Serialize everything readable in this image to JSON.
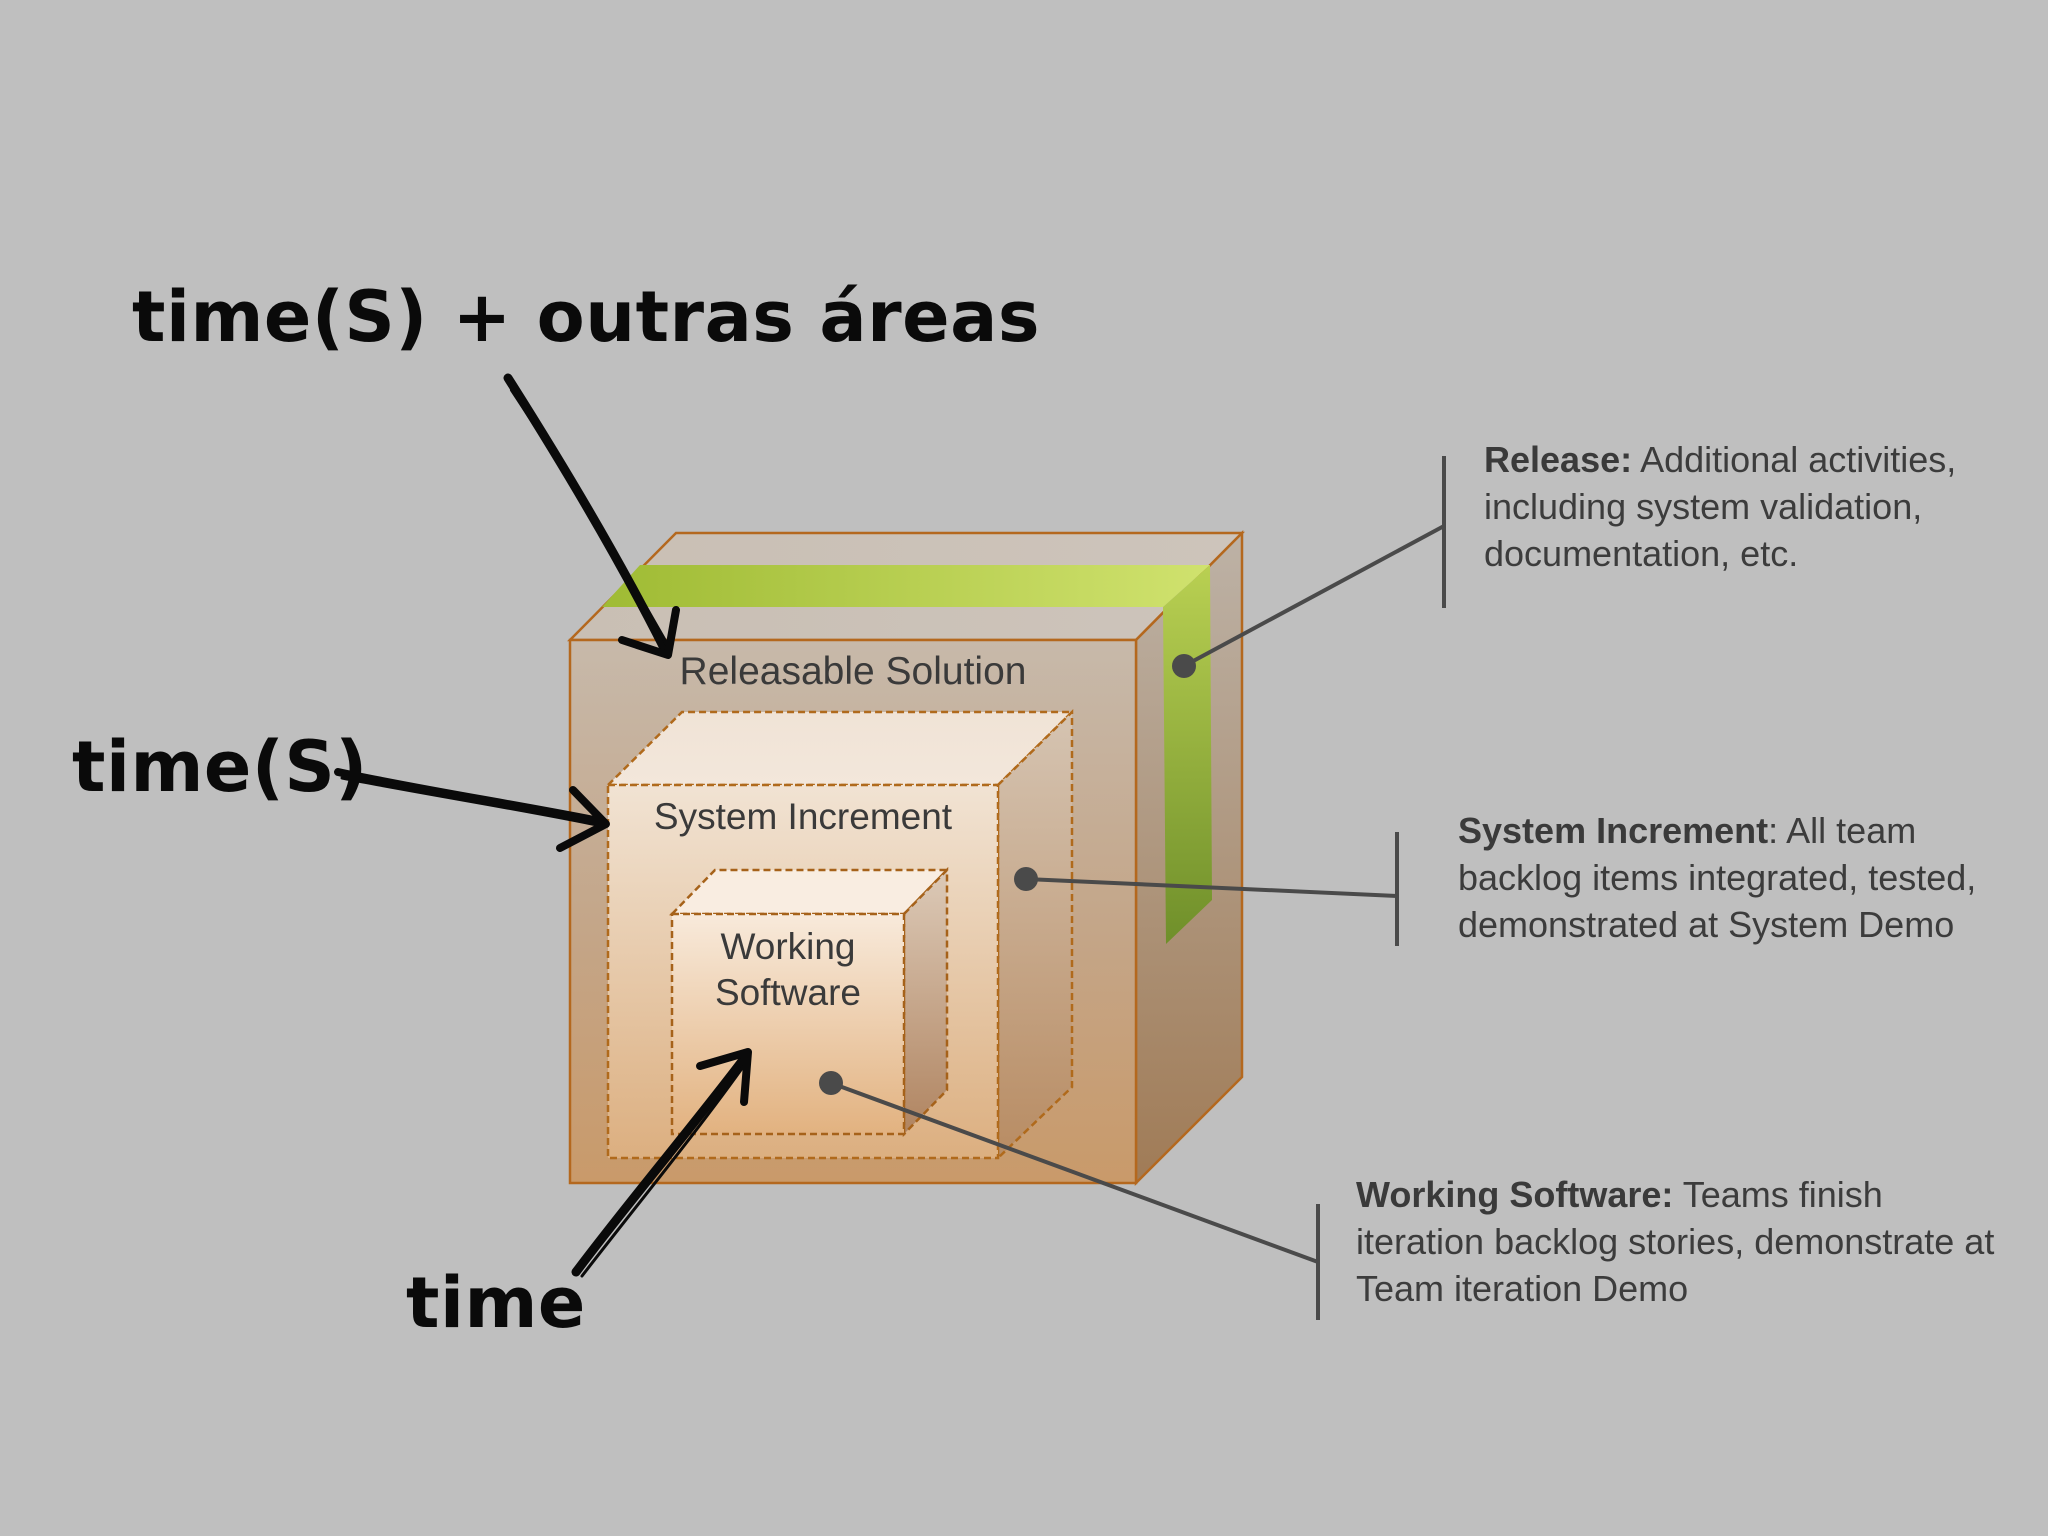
{
  "annotations": {
    "team_plus_areas": "time(S) + outras áreas",
    "teams": "time(S)",
    "team": "time"
  },
  "boxes": {
    "release_label": "Releasable Solution",
    "system_increment_label": "System Increment",
    "working_software_line1": "Working",
    "working_software_line2": "Software"
  },
  "callouts": {
    "release": {
      "title": "Release:",
      "text": " Additional activities, including system validation, documentation, etc."
    },
    "system_increment": {
      "title": "System Increment",
      "text": ": All team backlog items integrated, tested, demonstrated at System Demo"
    },
    "working_software": {
      "title": "Working Software:",
      "text": " Teams finish iteration backlog stories, demonstrate at Team iteration Demo"
    }
  },
  "colors": {
    "background": "#bfbfbf",
    "box_outline": "#b4681e",
    "release_band": "#a6c23a",
    "arrow": "#0a0a0a",
    "connector": "#4a4a4a"
  }
}
